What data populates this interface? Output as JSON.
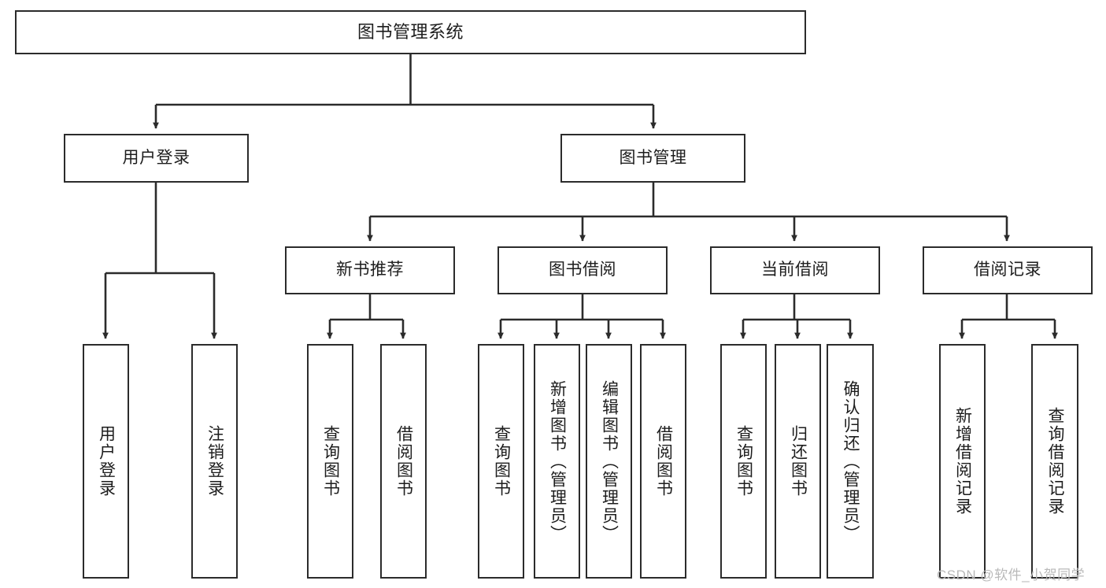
{
  "diagram": {
    "title": "图书管理系统",
    "type": "tree",
    "watermark": "CSDN @软件_小贺同学",
    "colors": {
      "box_border": "#2b2b2b",
      "box_fill": "#ffffff",
      "connector": "#2b2b2b",
      "text": "#1d1d1d",
      "watermark": "#b9b9b9"
    },
    "nodes": {
      "root": {
        "label": "图书管理系统"
      },
      "level2": [
        {
          "id": "user-login",
          "label": "用户登录"
        },
        {
          "id": "book-manage",
          "label": "图书管理"
        }
      ],
      "level3": [
        {
          "id": "new-book-recommend",
          "label": "新书推荐"
        },
        {
          "id": "book-borrow",
          "label": "图书借阅"
        },
        {
          "id": "current-borrow",
          "label": "当前借阅"
        },
        {
          "id": "borrow-record",
          "label": "借阅记录"
        }
      ],
      "leaves": {
        "user-login": [
          {
            "id": "leaf-user-login",
            "label": "用户登录"
          },
          {
            "id": "leaf-logout",
            "label": "注销登录"
          }
        ],
        "new-book-recommend": [
          {
            "id": "leaf-query-book-1",
            "label": "查询图书"
          },
          {
            "id": "leaf-borrow-book-1",
            "label": "借阅图书"
          }
        ],
        "book-borrow": [
          {
            "id": "leaf-query-book-2",
            "label": "查询图书"
          },
          {
            "id": "leaf-add-book",
            "label": "新增图书（管理员）"
          },
          {
            "id": "leaf-edit-book",
            "label": "编辑图书（管理员）"
          },
          {
            "id": "leaf-borrow-book-2",
            "label": "借阅图书"
          }
        ],
        "current-borrow": [
          {
            "id": "leaf-query-book-3",
            "label": "查询图书"
          },
          {
            "id": "leaf-return-book",
            "label": "归还图书"
          },
          {
            "id": "leaf-confirm-return",
            "label": "确认归还（管理员）"
          }
        ],
        "borrow-record": [
          {
            "id": "leaf-add-record",
            "label": "新增借阅记录"
          },
          {
            "id": "leaf-query-record",
            "label": "查询借阅记录"
          }
        ]
      }
    }
  }
}
